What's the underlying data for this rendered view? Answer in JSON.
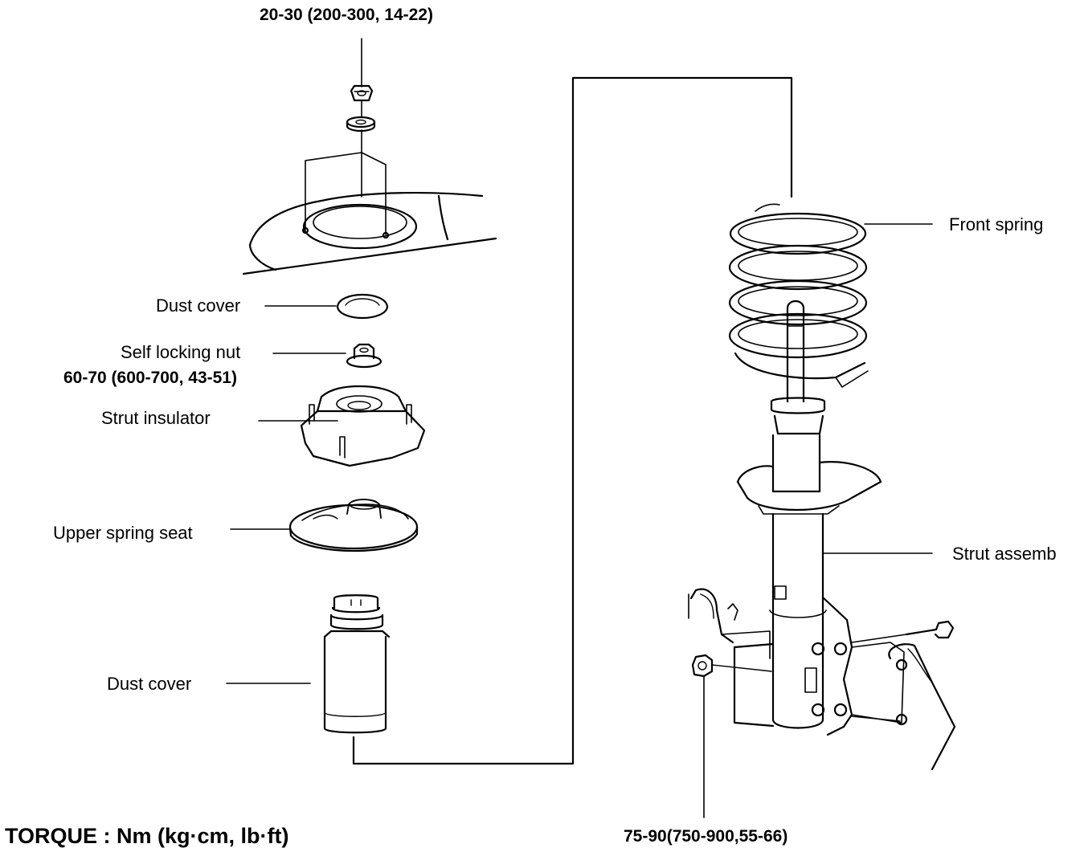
{
  "torques": {
    "top_nut": "20-30 (200-300, 14-22)",
    "self_locking_nut": "60-70 (600-700, 43-51)",
    "knuckle_bolt": "75-90(750-900,55-66)"
  },
  "parts": {
    "dust_cover_upper": "Dust cover",
    "self_locking_nut": "Self locking nut",
    "strut_insulator": "Strut insulator",
    "upper_spring_seat": "Upper spring seat",
    "dust_cover_lower": "Dust cover",
    "front_spring": "Front spring",
    "strut_assembly": "Strut assemb"
  },
  "legend": {
    "torque_units": "TORQUE : Nm (kg·cm, lb·ft)"
  },
  "colors": {
    "ink": "#000000",
    "paper": "#ffffff"
  }
}
